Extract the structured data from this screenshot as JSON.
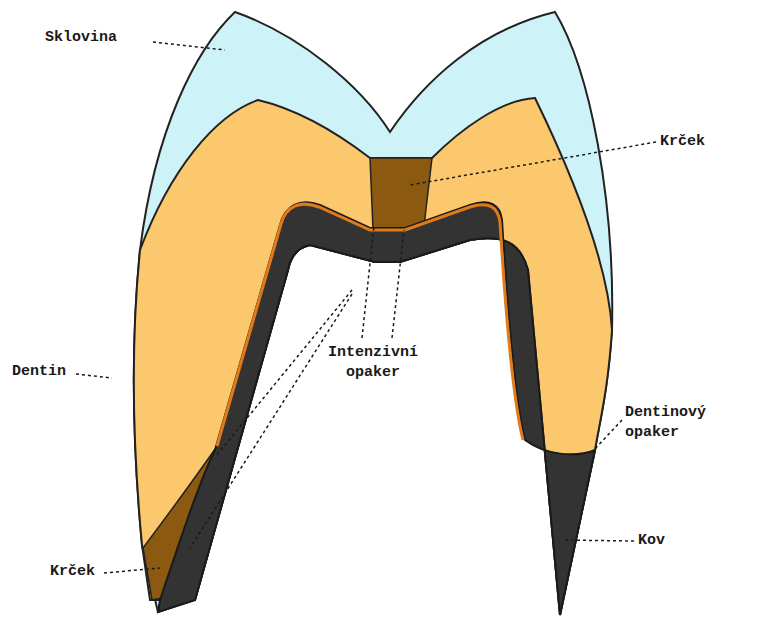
{
  "diagram": {
    "labels": [
      "Sklovina",
      "Krček",
      "Dentin",
      "Intenzivní opaker",
      "Dentinový opaker",
      "Krček",
      "Kov"
    ]
  }
}
